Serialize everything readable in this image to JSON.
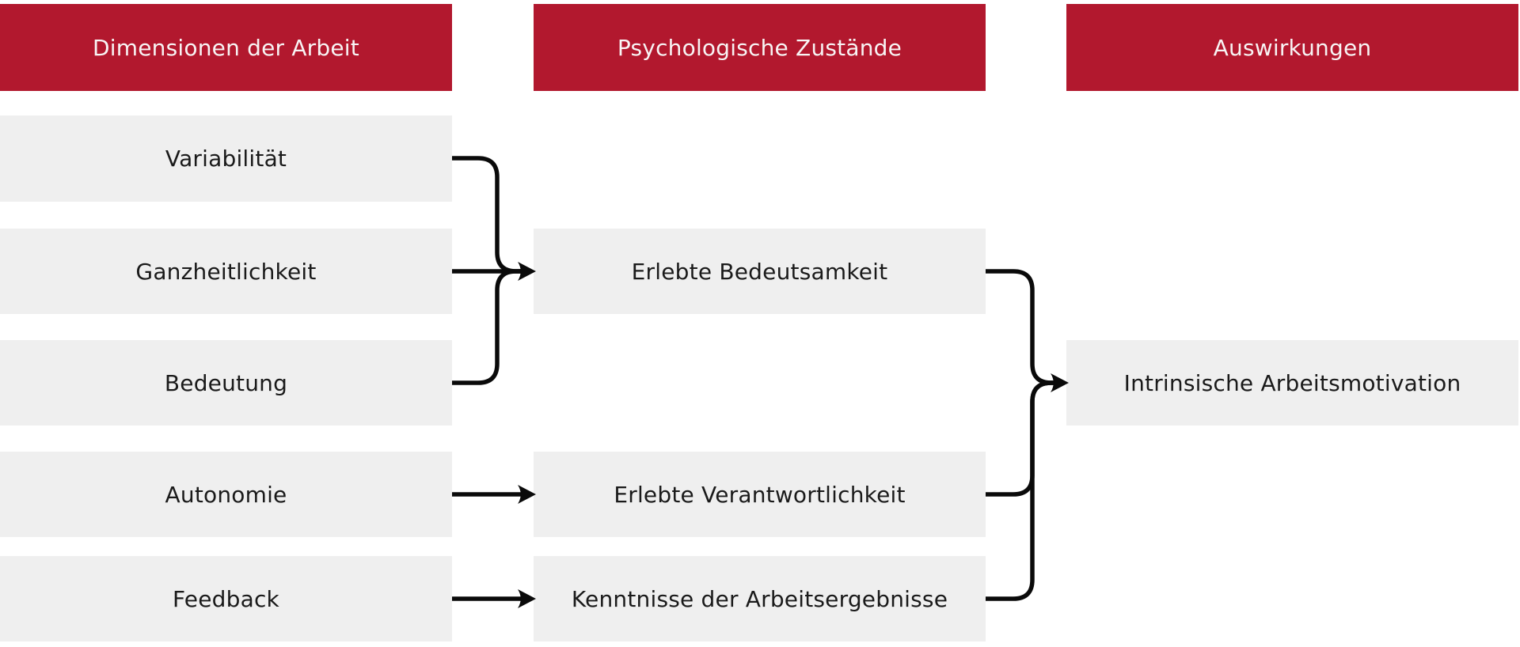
{
  "diagram": {
    "columns": [
      {
        "header": "Dimensionen der Arbeit",
        "boxes": [
          "Variabilität",
          "Ganzheitlichkeit",
          "Bedeutung",
          "Autonomie",
          "Feedback"
        ]
      },
      {
        "header": "Psychologische Zustände",
        "boxes": [
          "Erlebte Bedeutsamkeit",
          "Erlebte Verantwortlichkeit",
          "Kenntnisse der Arbeitsergebnisse"
        ]
      },
      {
        "header": "Auswirkungen",
        "boxes": [
          "Intrinsische Arbeitsmotivation"
        ]
      }
    ],
    "connections": [
      {
        "from": [
          "Variabilität",
          "Ganzheitlichkeit",
          "Bedeutung"
        ],
        "to": "Erlebte Bedeutsamkeit",
        "style": "merged-arrow"
      },
      {
        "from": [
          "Autonomie"
        ],
        "to": "Erlebte Verantwortlichkeit",
        "style": "straight-arrow"
      },
      {
        "from": [
          "Feedback"
        ],
        "to": "Kenntnisse der Arbeitsergebnisse",
        "style": "straight-arrow"
      },
      {
        "from": [
          "Erlebte Bedeutsamkeit",
          "Erlebte Verantwortlichkeit",
          "Kenntnisse der Arbeitsergebnisse"
        ],
        "to": "Intrinsische Arbeitsmotivation",
        "style": "merged-arrow"
      }
    ],
    "colors": {
      "header_background": "#B2182E",
      "header_text": "#F8F4F4",
      "box_background": "#EFEFEF",
      "box_text": "#1A1A1A",
      "arrow": "#0A0A0A",
      "page_background": "#FFFFFF"
    }
  }
}
